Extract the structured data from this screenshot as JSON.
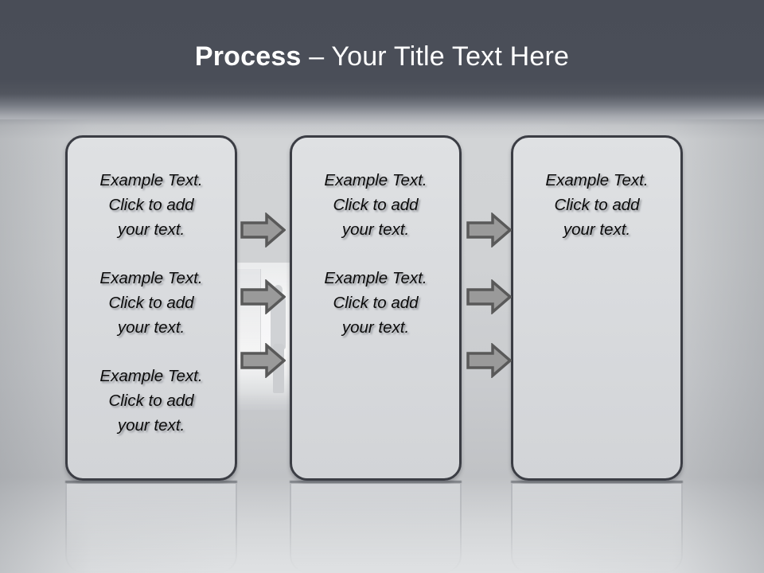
{
  "slide": {
    "title": {
      "strong": "Process",
      "rest": " – Your Title Text Here"
    },
    "colors": {
      "header_band": "#4a4e58",
      "title_text": "#ffffff",
      "box_fill": "#d9dbde",
      "box_border": "#3b3d44",
      "arrow_fill": "#9a9a9a",
      "arrow_border": "#595959",
      "body_text": "#0b0b0b"
    },
    "boxes": [
      {
        "name": "process-box-1",
        "blocks": [
          "Example Text.\nClick  to add\nyour text.",
          "Example Text.\nClick  to add\nyour text.",
          "Example Text.\nClick  to add\nyour text."
        ]
      },
      {
        "name": "process-box-2",
        "blocks": [
          "Example Text.\nClick  to add\nyour text.",
          "Example Text.\nClick  to add\nyour text."
        ]
      },
      {
        "name": "process-box-3",
        "blocks": [
          "Example Text.\nClick  to add\nyour text."
        ]
      }
    ],
    "arrows": {
      "icon": "right-block-arrow-icon",
      "count_per_gap": 3,
      "gaps": 2
    }
  }
}
